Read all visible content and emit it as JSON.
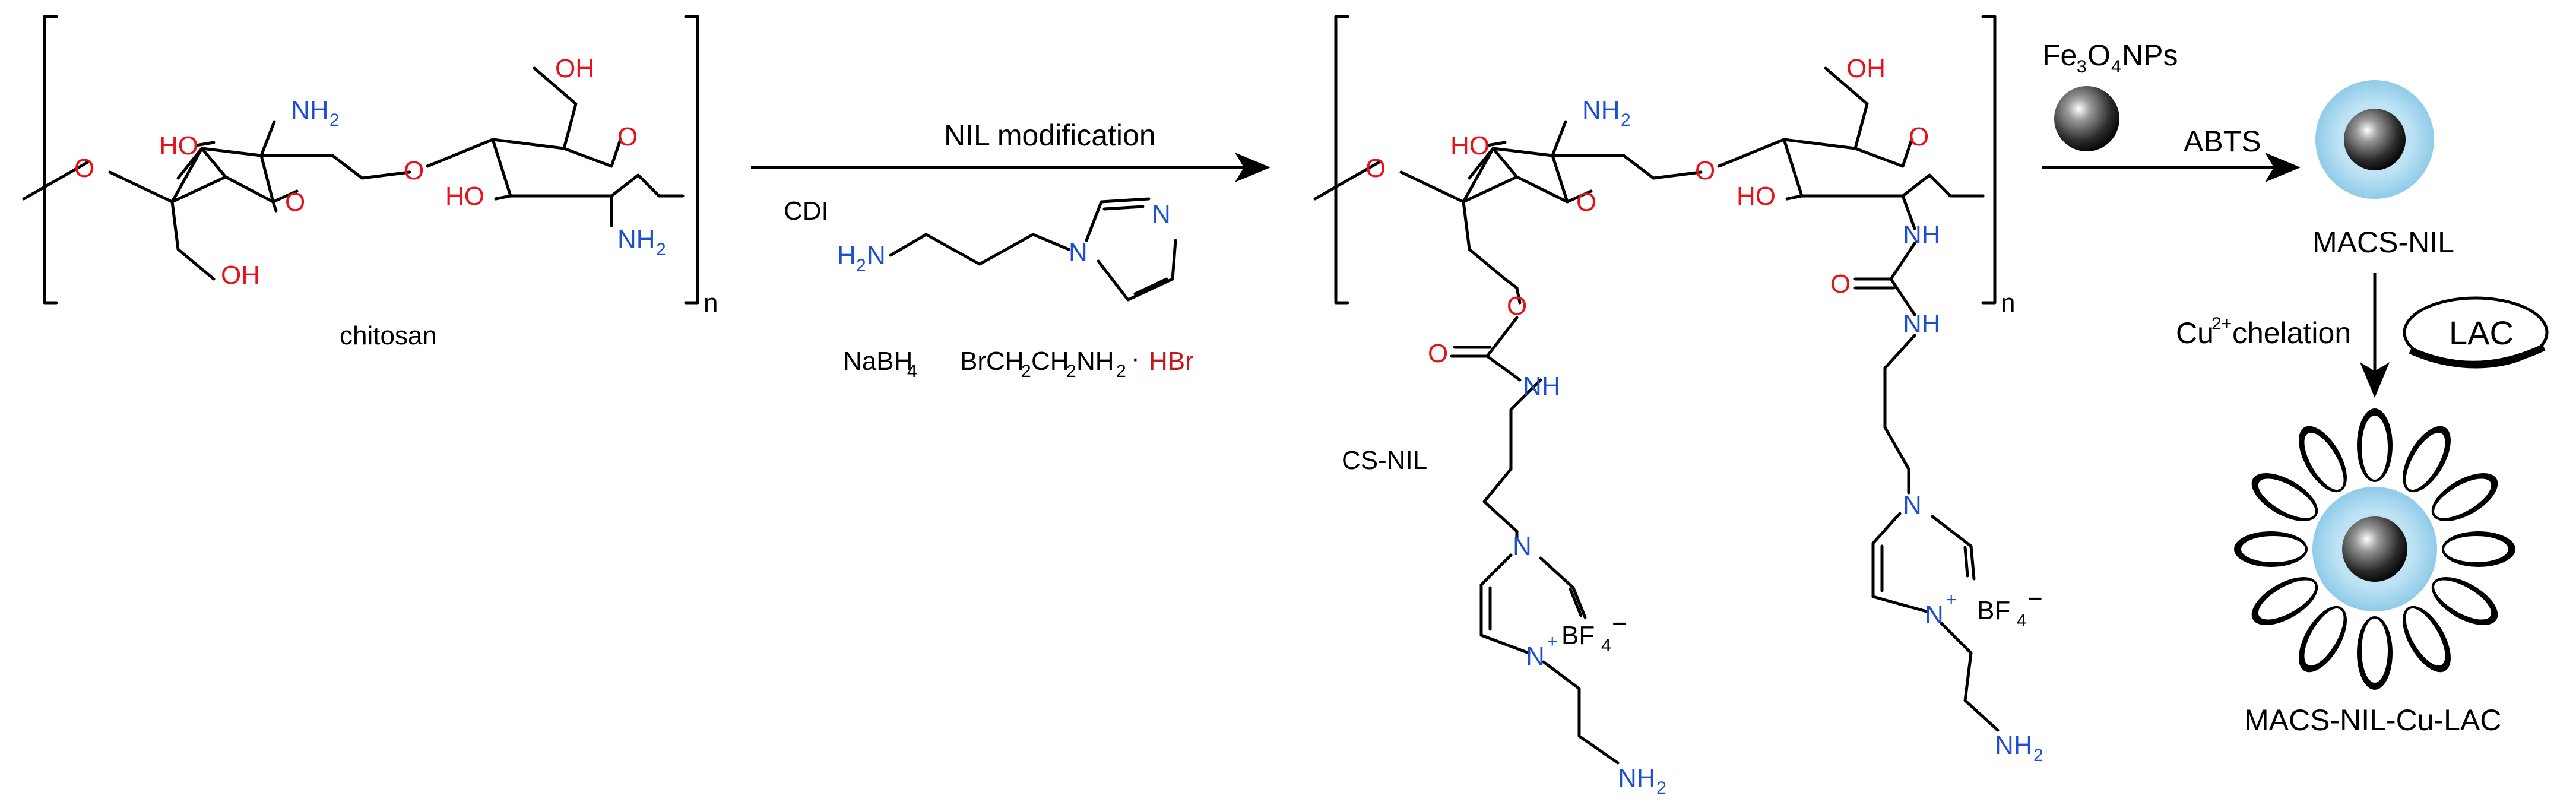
{
  "chitosan": {
    "oh_top": "HO",
    "nh2_top": "NH",
    "nh2_top_sub": "2",
    "oh_ring2": "OH",
    "ring_o": "O",
    "link_o": "O",
    "ring2_o": "O",
    "oh_bottom": "OH",
    "ho_ring2": "HO",
    "nh2_ring2": "NH",
    "nh2_ring2_sub": "2",
    "end_o": "O",
    "n_label": "n",
    "name": "chitosan"
  },
  "step1": {
    "title": "NIL modification",
    "reagent_cdi": "CDI",
    "reagent_amine": "H",
    "reagent_amine_sub": "2",
    "reagent_amine_n": "N",
    "imidazole_n1": "N",
    "imidazole_n3": "N",
    "nabh4": "NaBH",
    "nabh4_sub": "4",
    "bromo_a": "BrCH",
    "bromo_sub1": "2",
    "bromo_b": "CH",
    "bromo_sub2": "2",
    "bromo_c": "NH",
    "bromo_sub3": "2",
    "dot": "·",
    "hbr": "HBr"
  },
  "csnil": {
    "name": "CS-NIL",
    "ho": "HO",
    "nh2": "NH",
    "nh2_sub": "2",
    "oh": "OH",
    "ring_o": "O",
    "link_o": "O",
    "ring2_o": "O",
    "end_o": "O",
    "ho2": "HO",
    "nh_ring2": "NH",
    "ester_o": "O",
    "carbonyl_o1": "O",
    "nh_chain1": "NH",
    "carbonyl_o2": "O",
    "nh_chain2": "NH",
    "im1_n1": "N",
    "im1_n2": "N",
    "plus": "+",
    "bf4": "BF",
    "bf4_sub": "4",
    "minus": "−",
    "im2_n1": "N",
    "im2_n2": "N",
    "nh2_end1": "NH",
    "nh2_end2": "NH",
    "end_sub": "2",
    "n_label": "n"
  },
  "step2": {
    "fe3o4_a": "Fe",
    "fe3o4_sub1": "3",
    "fe3o4_b": "O",
    "fe3o4_sub2": "4",
    "fe3o4_c": " NPs",
    "abts": "ABTS"
  },
  "products": {
    "macs_nil": "MACS-NIL",
    "cu_a": "Cu",
    "cu_sup": "2+",
    "cu_b": " chelation",
    "lac": "LAC",
    "final": "MACS-NIL-Cu-LAC"
  },
  "colors": {
    "oxygen": "#e8111a",
    "nitrogen": "#1d4fd3",
    "hbr": "#c0181e",
    "shell": "#a9d8f0",
    "bond": "#000000"
  }
}
